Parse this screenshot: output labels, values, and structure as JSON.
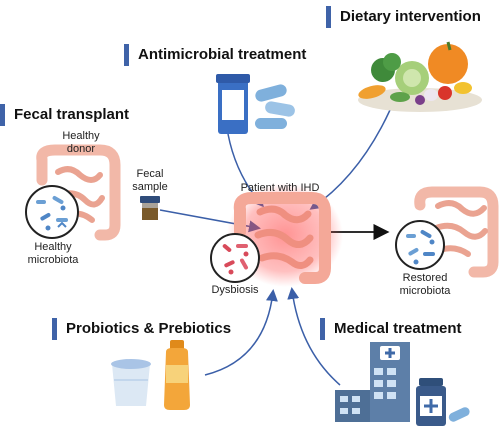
{
  "headings": {
    "dietary": "Dietary intervention",
    "antimicrobial": "Antimicrobial treatment",
    "fecal": "Fecal transplant",
    "probiotics": "Probiotics  & Prebiotics",
    "medical": "Medical treatment"
  },
  "labels": {
    "healthy_donor_1": "Healthy",
    "healthy_donor_2": "donor",
    "fecal_sample_1": "Fecal",
    "fecal_sample_2": "sample",
    "healthy_microbiota_1": "Healthy",
    "healthy_microbiota_2": "microbiota",
    "patient": "Patient with IHD",
    "dysbiosis": "Dysbiosis",
    "restored_1": "Restored",
    "restored_2": "microbiota"
  },
  "colors": {
    "accent_bar": "#3f63a8",
    "arrow": "#3b5fa8",
    "intestine": "#f2b8a8",
    "inflamed": "#ff4444",
    "pill": "#7fb0dc"
  },
  "icons": [
    "vegetables-icon",
    "pill-bottle-icon",
    "capsule-icon",
    "intestine-icon",
    "fecal-sample-jar-icon",
    "microbiota-circle-icon",
    "yogurt-cup-icon",
    "juice-bottle-icon",
    "hospital-icon",
    "medicine-bottle-icon"
  ]
}
